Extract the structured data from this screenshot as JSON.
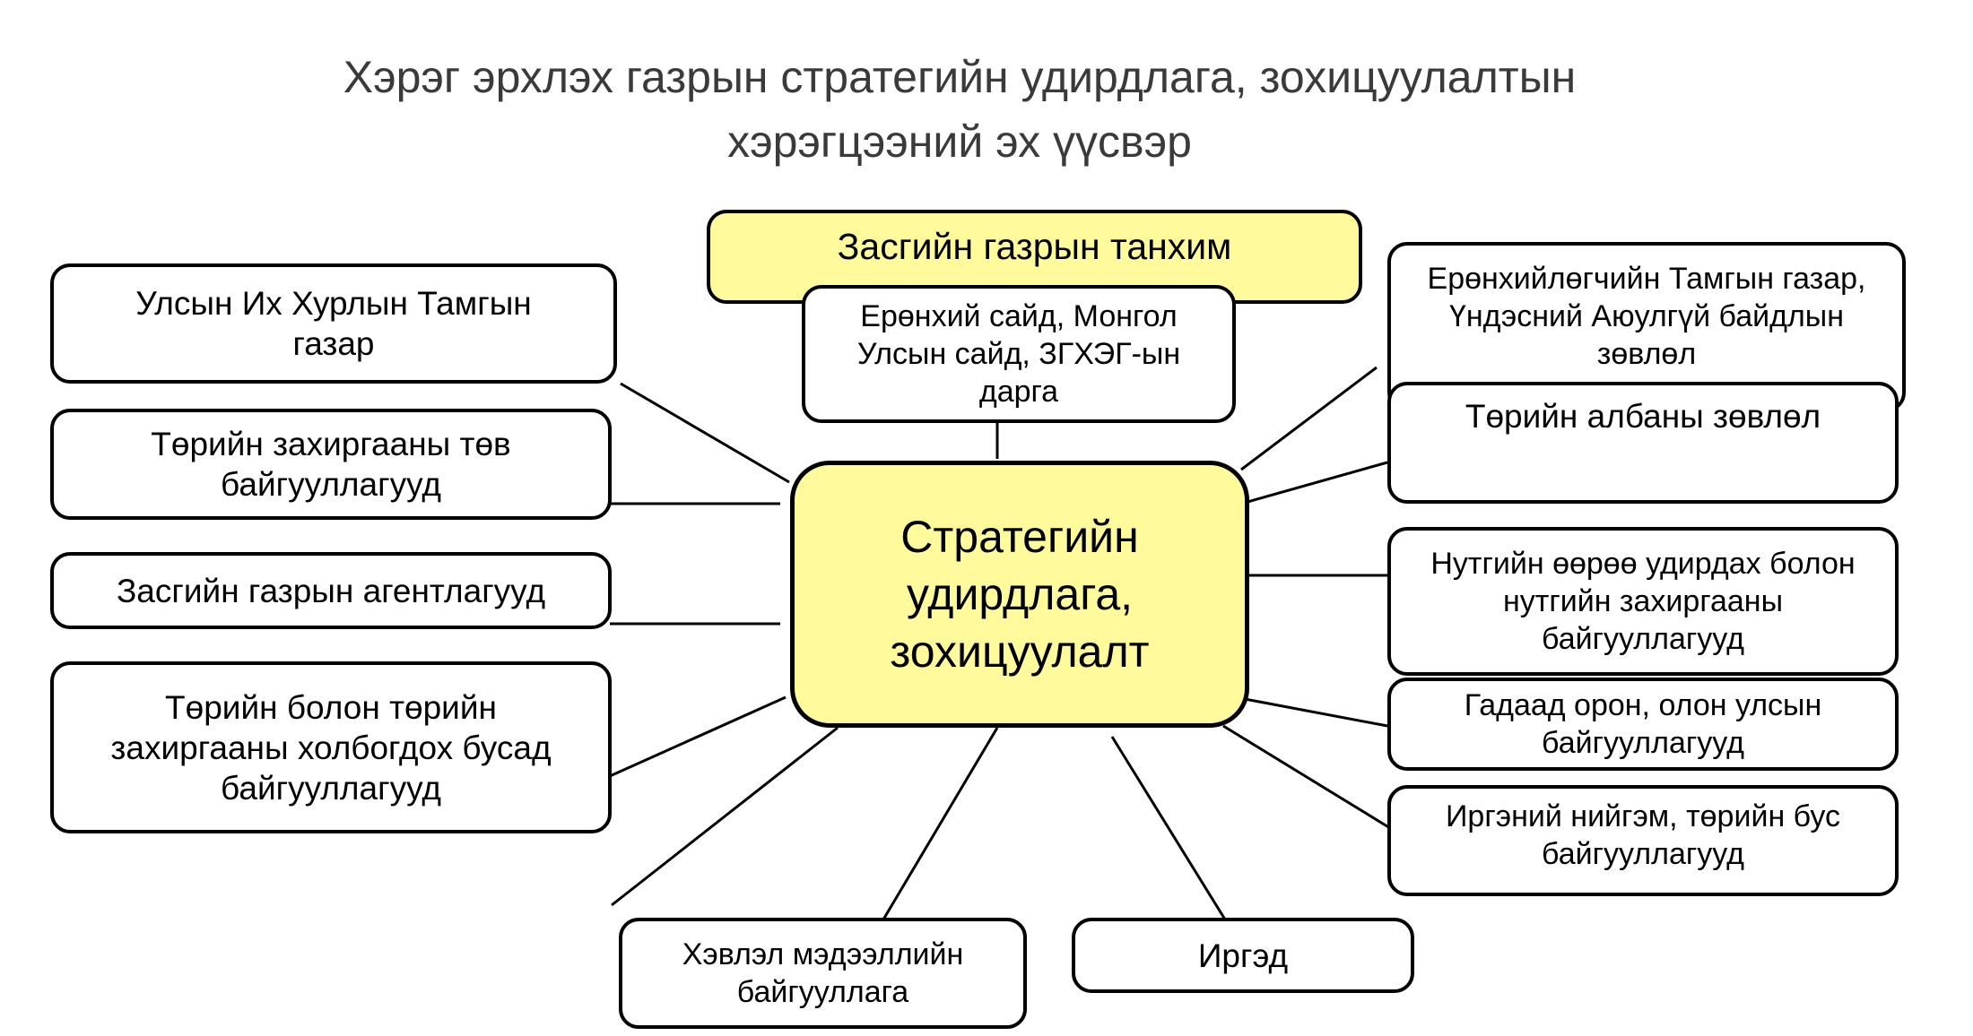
{
  "title": {
    "line1": "Хэрэг эрхлэх газрын стратегийн удирдлага, зохицуулалтын",
    "line2": "хэрэгцээний эх үүсвэр"
  },
  "center_node": {
    "line1": "Стратегийн",
    "line2": "удирдлага,",
    "line3": "зохицуулалт"
  },
  "nodes": {
    "cabinet": {
      "line1": "Засгийн газрын танхим"
    },
    "ministers": {
      "line1": "Ерөнхий сайд, Монгол",
      "line2": "Улсын сайд, ЗГХЭГ-ын",
      "line3": "дарга"
    },
    "parliament": {
      "line1": "Улсын Их Хурлын Тамгын",
      "line2": "газар"
    },
    "central_admin": {
      "line1": "Төрийн захиргааны төв",
      "line2": "байгууллагууд"
    },
    "agencies": {
      "line1": "Засгийн газрын агентлагууд"
    },
    "other_state": {
      "line1": "Төрийн болон төрийн",
      "line2": "захиргааны холбогдох бусад",
      "line3": "байгууллагууд"
    },
    "president_office": {
      "line1": "Ерөнхийлөгчийн Тамгын газар,",
      "line2": "Үндэсний Аюулгүй байдлын",
      "line3": "зөвлөл"
    },
    "civil_service": {
      "line1": "Төрийн албаны зөвлөл"
    },
    "local_gov": {
      "line1": "Нутгийн өөрөө удирдах болон",
      "line2": "нутгийн захиргааны",
      "line3": "байгууллагууд"
    },
    "foreign": {
      "line1": "Гадаад орон, олон улсын",
      "line2": "байгууллагууд"
    },
    "civil_society": {
      "line1": "Иргэний нийгэм, төрийн бус",
      "line2": "байгууллагууд"
    },
    "media": {
      "line1": "Хэвлэл мэдээллийн",
      "line2": "байгууллага"
    },
    "citizens": {
      "line1": "Иргэд"
    }
  },
  "colors": {
    "highlight_fill": "#fffb9c",
    "border": "#000000",
    "title_text": "#3a3a3a"
  }
}
